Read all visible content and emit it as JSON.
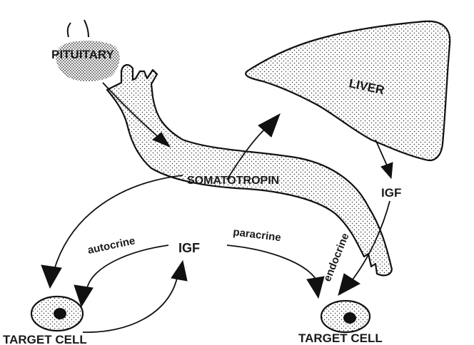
{
  "labels": {
    "pituitary": "PITUITARY",
    "liver": "LIVER",
    "somatotropin": "SOMATOTROPIN",
    "igf_liver": "IGF",
    "igf_center": "IGF",
    "autocrine": "autocrine",
    "paracrine": "paracrine",
    "endocrine": "endocrine",
    "target_cell_left": "TARGET CELL",
    "target_cell_right": "TARGET CELL"
  },
  "colors": {
    "ink": "#111111",
    "background": "#ffffff",
    "stipple": "#333333"
  }
}
